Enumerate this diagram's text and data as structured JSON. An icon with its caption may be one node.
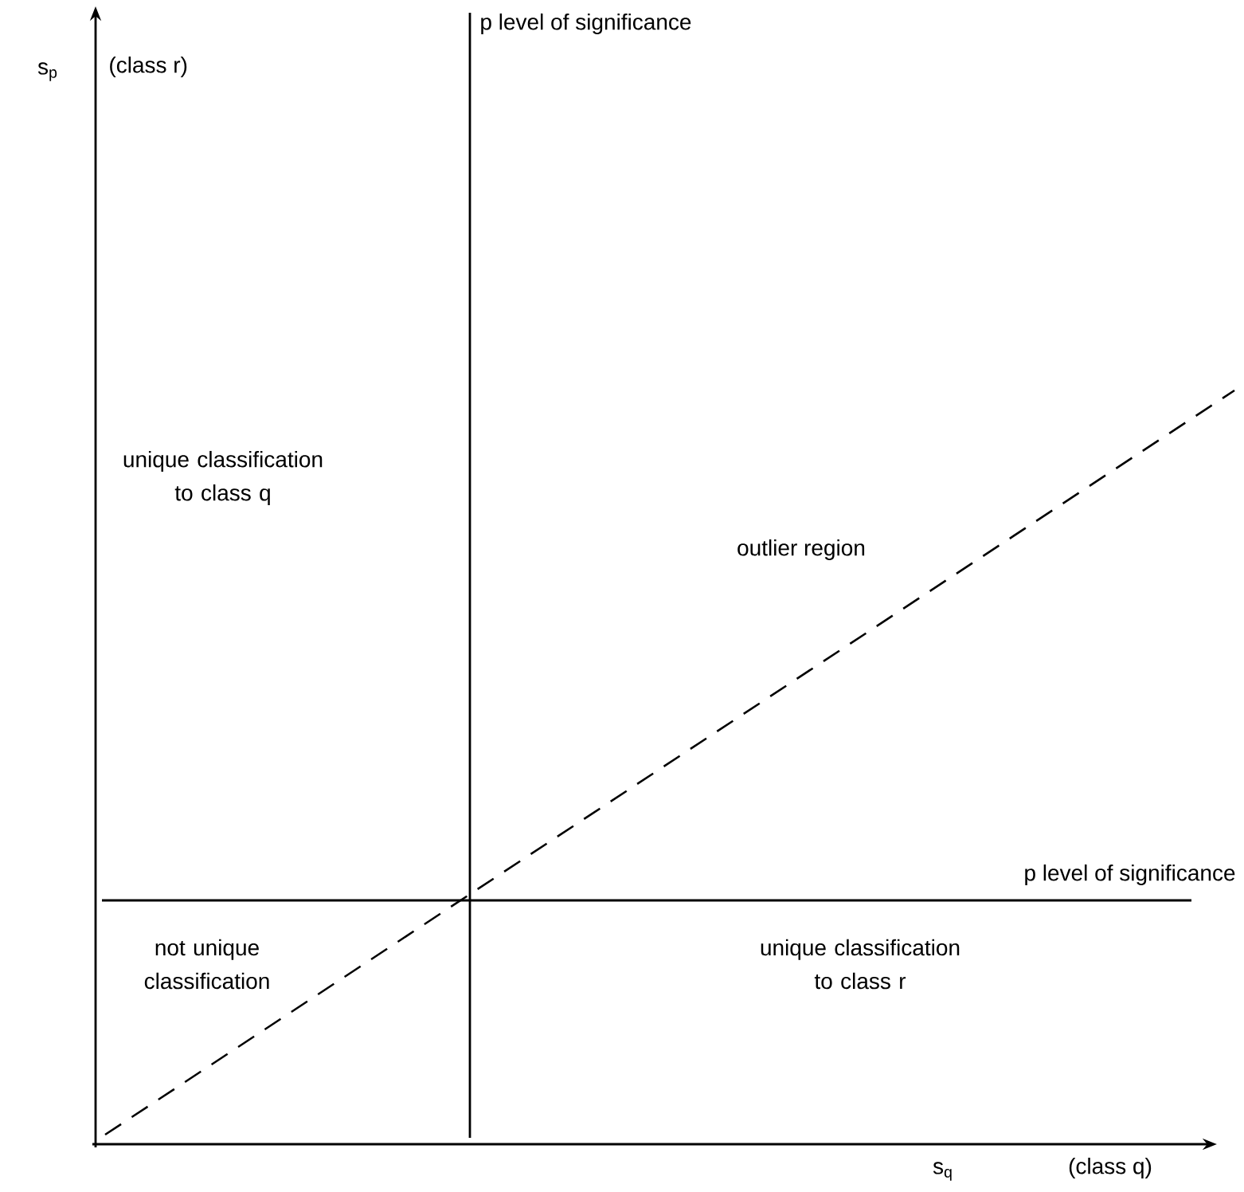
{
  "diagram": {
    "labels": [
      "s$_{p}$",
      "(class r)",
      "p level of significance",
      "unique classification to class q",
      "outlier region",
      "p level of significance",
      "not unique classification",
      "unique classification to class r",
      "s$_{q}$",
      "(class q)"
    ]
  }
}
